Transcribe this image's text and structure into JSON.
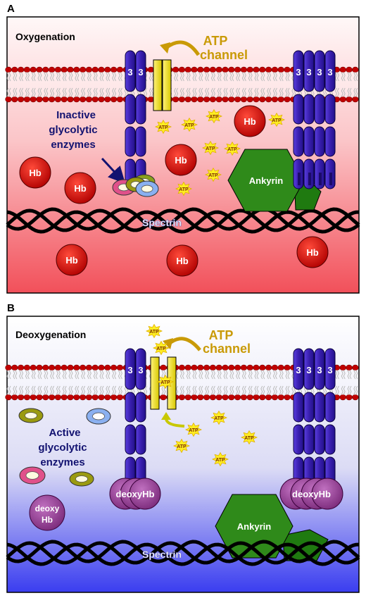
{
  "colors": {
    "panel_a_top": "#fff5f5",
    "panel_a_bottom": "#f2505a",
    "panel_b_top": "#ffffff",
    "panel_b_bottom": "#3a3df0",
    "band3": "#3a1fb0",
    "band3_dark": "#1c0b6a",
    "channel": "#f2e81a",
    "hb": "#d40000",
    "deoxyhb": "#9c3a9c",
    "ankyrin": "#2f8a1a",
    "enzyme_label": "#121270",
    "atp_label": "#c99a06",
    "lipid_head": "#c00000"
  },
  "panel_a": {
    "letter": "A",
    "title": "Oxygenation",
    "atp_channel_line1": "ATP",
    "atp_channel_line2": "channel",
    "band3_label": "3",
    "enzymes_line1": "Inactive",
    "enzymes_line2": "glycolytic",
    "enzymes_line3": "enzymes",
    "hb_label": "Hb",
    "ankyrin_label": "Ankyrin",
    "spectrin_label": "Spectrin",
    "atp_label": "ATP"
  },
  "panel_b": {
    "letter": "B",
    "title": "Deoxygenation",
    "atp_channel_line1": "ATP",
    "atp_channel_line2": "channel",
    "band3_label": "3",
    "enzymes_line1": "Active",
    "enzymes_line2": "glycolytic",
    "enzymes_line3": "enzymes",
    "deoxyhb_label": "deoxyHb",
    "deoxy_line1": "deoxy",
    "deoxy_line2": "Hb",
    "ankyrin_label": "Ankyrin",
    "spectrin_label": "Spectrin",
    "atp_label": "ATP"
  }
}
